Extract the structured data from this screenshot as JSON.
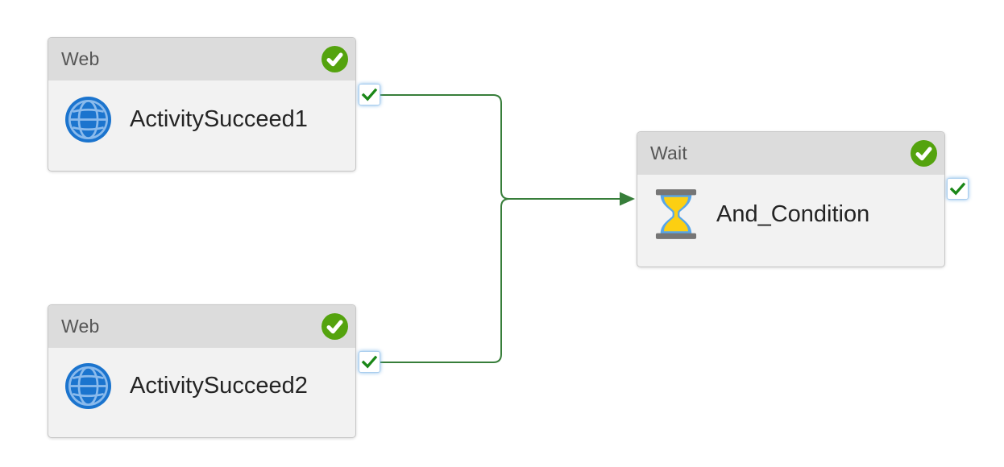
{
  "canvas": {
    "description": "pipeline designer canvas"
  },
  "colors": {
    "edge_green": "#377e3a",
    "badge_green": "#54a30e",
    "port_check_green": "#1a8717",
    "node_header_bg": "#dcdcdc",
    "node_body_bg": "#f2f2f2",
    "node_border": "#c7c7c7",
    "globe_blue": "#1b74ce",
    "globe_line_blue": "#8abaec",
    "hourglass_blue": "#58a6e8",
    "hourglass_sand": "#fccf12",
    "hourglass_gray": "#767676"
  },
  "nodes": [
    {
      "type_label": "Web",
      "name": "ActivitySucceed1",
      "icon": "globe-icon",
      "status": "succeeded"
    },
    {
      "type_label": "Web",
      "name": "ActivitySucceed2",
      "icon": "globe-icon",
      "status": "succeeded"
    },
    {
      "type_label": "Wait",
      "name": "And_Condition",
      "icon": "hourglass-icon",
      "status": "succeeded"
    }
  ],
  "edges": [
    {
      "from": "ActivitySucceed1",
      "to": "And_Condition",
      "condition": "success"
    },
    {
      "from": "ActivitySucceed2",
      "to": "And_Condition",
      "condition": "success"
    }
  ]
}
